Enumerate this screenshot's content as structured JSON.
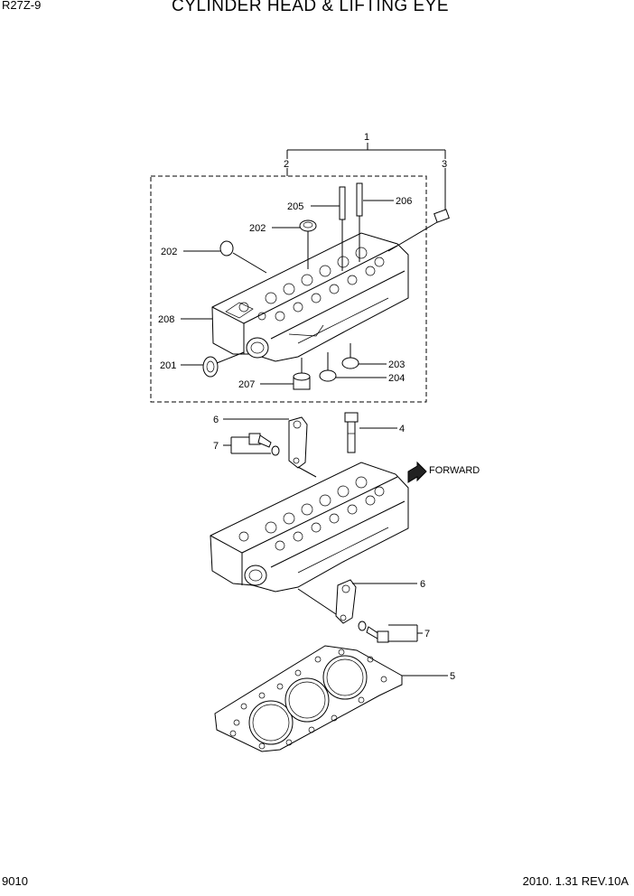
{
  "header": {
    "model": "R27Z-9",
    "title": "CYLINDER HEAD & LIFTING EYE"
  },
  "footer": {
    "page": "9010",
    "revision": "2010. 1.31  REV.10A"
  },
  "labels": {
    "l1": "1",
    "l2": "2",
    "l3": "3",
    "l4": "4",
    "l5": "5",
    "l6a": "6",
    "l6b": "6",
    "l7a": "7",
    "l7b": "7",
    "l201": "201",
    "l202a": "202",
    "l202b": "202",
    "l203": "203",
    "l204": "204",
    "l205": "205",
    "l206": "206",
    "l207": "207",
    "l208": "208",
    "forward": "FORWARD"
  }
}
